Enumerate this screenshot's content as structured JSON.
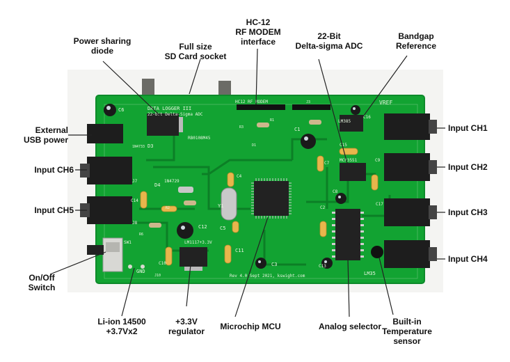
{
  "board": {
    "title_line1": "DATA LOGGER III",
    "title_line2": "22-bit Delta-Sigma ADC",
    "footer": "Rev 4.0 Sept 2021, kswight.com",
    "header_label": "HC12 RF MODEM",
    "vref_label": "VREF",
    "part_diode": "RB0108M45",
    "part_zener": "1N4729",
    "part_diode2": "1N4733",
    "part_regulator": "LM1117+3.3V",
    "part_adc": "MCP3551",
    "part_ref": "LM385",
    "part_temp": "LM35",
    "part_switch": "SW1",
    "part_gnd": "GND",
    "part_crystal": "Y1",
    "part_j10": "J10",
    "refs": {
      "c6": "C6",
      "c1": "C1",
      "c7": "C7",
      "c15": "C15",
      "c16": "C16",
      "c8": "C8",
      "c2": "C2",
      "c3": "C3",
      "c4": "C4",
      "c5": "C5",
      "c9": "C9",
      "c10": "C10",
      "c11": "C11",
      "c12": "C12",
      "c13": "C13",
      "c14": "C14",
      "c17": "C17",
      "d1": "D1",
      "d3": "D3",
      "d4": "D4",
      "r1": "R1",
      "r2": "R2",
      "r3": "R3",
      "r6": "R6",
      "j3": "J3",
      "j7": "J7",
      "j8": "J8"
    }
  },
  "callouts": {
    "power_diode": [
      "Power sharing",
      "diode"
    ],
    "sd_card": [
      "Full size",
      "SD Card socket"
    ],
    "hc12": [
      "HC-12",
      "RF MODEM",
      "interface"
    ],
    "adc": [
      "22-Bit",
      "Delta-sigma ADC"
    ],
    "bandgap": [
      "Bandgap",
      "Reference"
    ],
    "usb_power": [
      "External",
      "USB power"
    ],
    "ch6": [
      "Input CH6"
    ],
    "ch5": [
      "Input CH5"
    ],
    "onoff": [
      "On/Off",
      "Switch"
    ],
    "battery": [
      "Li-ion 14500",
      "+3.7Vx2"
    ],
    "regulator": [
      "+3.3V",
      "regulator"
    ],
    "mcu": [
      "Microchip MCU"
    ],
    "analog_selector": [
      "Analog selector"
    ],
    "temp_sensor": [
      "Built-in",
      "Temperature",
      "sensor"
    ],
    "ch1": [
      "Input CH1"
    ],
    "ch2": [
      "Input CH2"
    ],
    "ch3": [
      "Input CH3"
    ],
    "ch4": [
      "Input CH4"
    ]
  },
  "colors": {
    "pcb": "#12a332",
    "pcb_edge": "#0d8a2a",
    "trace": "#0c7f26",
    "silk": "#e8f5e0",
    "jack": "#1d1d1d",
    "cap": "#e8b64c",
    "chip": "#222222"
  }
}
